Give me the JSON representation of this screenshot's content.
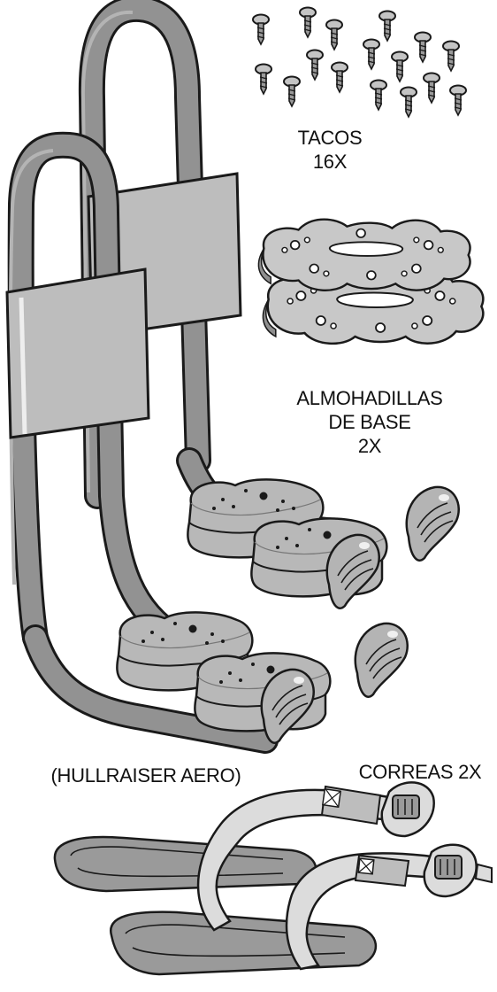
{
  "labels": {
    "tacos": {
      "line1": "TACOS",
      "line2": "16X"
    },
    "pads": {
      "line1": "ALMOHADILLAS",
      "line2": "DE BASE",
      "line3": "2X"
    },
    "straps": "CORREAS 2X",
    "model": "(HULLRAISER AERO)"
  },
  "parts": {
    "screw_count": 16,
    "pad_count": 2,
    "strap_count": 2
  },
  "colors": {
    "outline": "#1a1a1a",
    "tube": "#8f8f8f",
    "tube_light": "#a8a8a8",
    "pad": "#bdbdbd",
    "pad_light": "#d6d6d6",
    "strap": "#9a9a9a",
    "strap_light": "#dcdcdc",
    "background": "#ffffff"
  }
}
